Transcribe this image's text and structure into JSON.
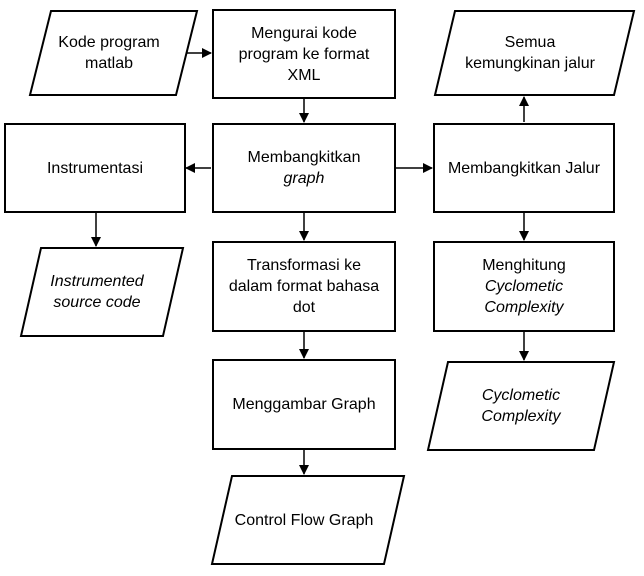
{
  "nodes": {
    "kode_program": {
      "lines": [
        "Kode program",
        "matlab"
      ]
    },
    "mengurai": {
      "lines": [
        "Mengurai kode",
        "program ke format",
        "XML"
      ]
    },
    "semua_jalur": {
      "lines": [
        "Semua",
        "kemungkinan jalur"
      ]
    },
    "instrumentasi": {
      "label": "Instrumentasi"
    },
    "membangkitkan_graph": {
      "line1": "Membangkitkan",
      "line2": "graph"
    },
    "membangkitkan_jalur": {
      "label": "Membangkitkan Jalur"
    },
    "instrumented_source": {
      "lines": [
        "Instrumented",
        "source code"
      ]
    },
    "transformasi": {
      "lines": [
        "Transformasi ke",
        "dalam format bahasa",
        "dot"
      ]
    },
    "menghitung": {
      "line1": "Menghitung",
      "line2": "Cyclometic",
      "line3": "Complexity"
    },
    "menggambar": {
      "label": "Menggambar Graph"
    },
    "cyclometic_output": {
      "lines": [
        "Cyclometic",
        "Complexity"
      ]
    },
    "control_flow": {
      "label": "Control Flow Graph"
    }
  },
  "colors": {
    "stroke": "#000000",
    "fill": "#ffffff"
  }
}
